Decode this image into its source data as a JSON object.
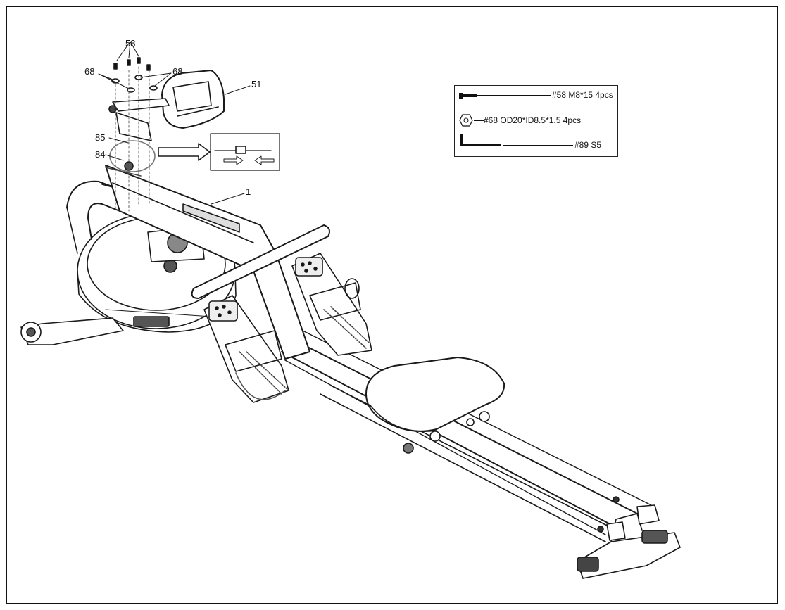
{
  "callouts": {
    "screw": "58",
    "washer_left": "68",
    "washer_right": "68",
    "console": "51",
    "bracket": "85",
    "knob": "84",
    "frame": "1"
  },
  "hardware": [
    {
      "icon": "bolt-icon",
      "text": "#58 M8*15  4pcs"
    },
    {
      "icon": "washer-icon",
      "text": "#68 OD20*ID8.5*1.5  4pcs"
    },
    {
      "icon": "allen-key-icon",
      "text": "#89  S5"
    }
  ]
}
